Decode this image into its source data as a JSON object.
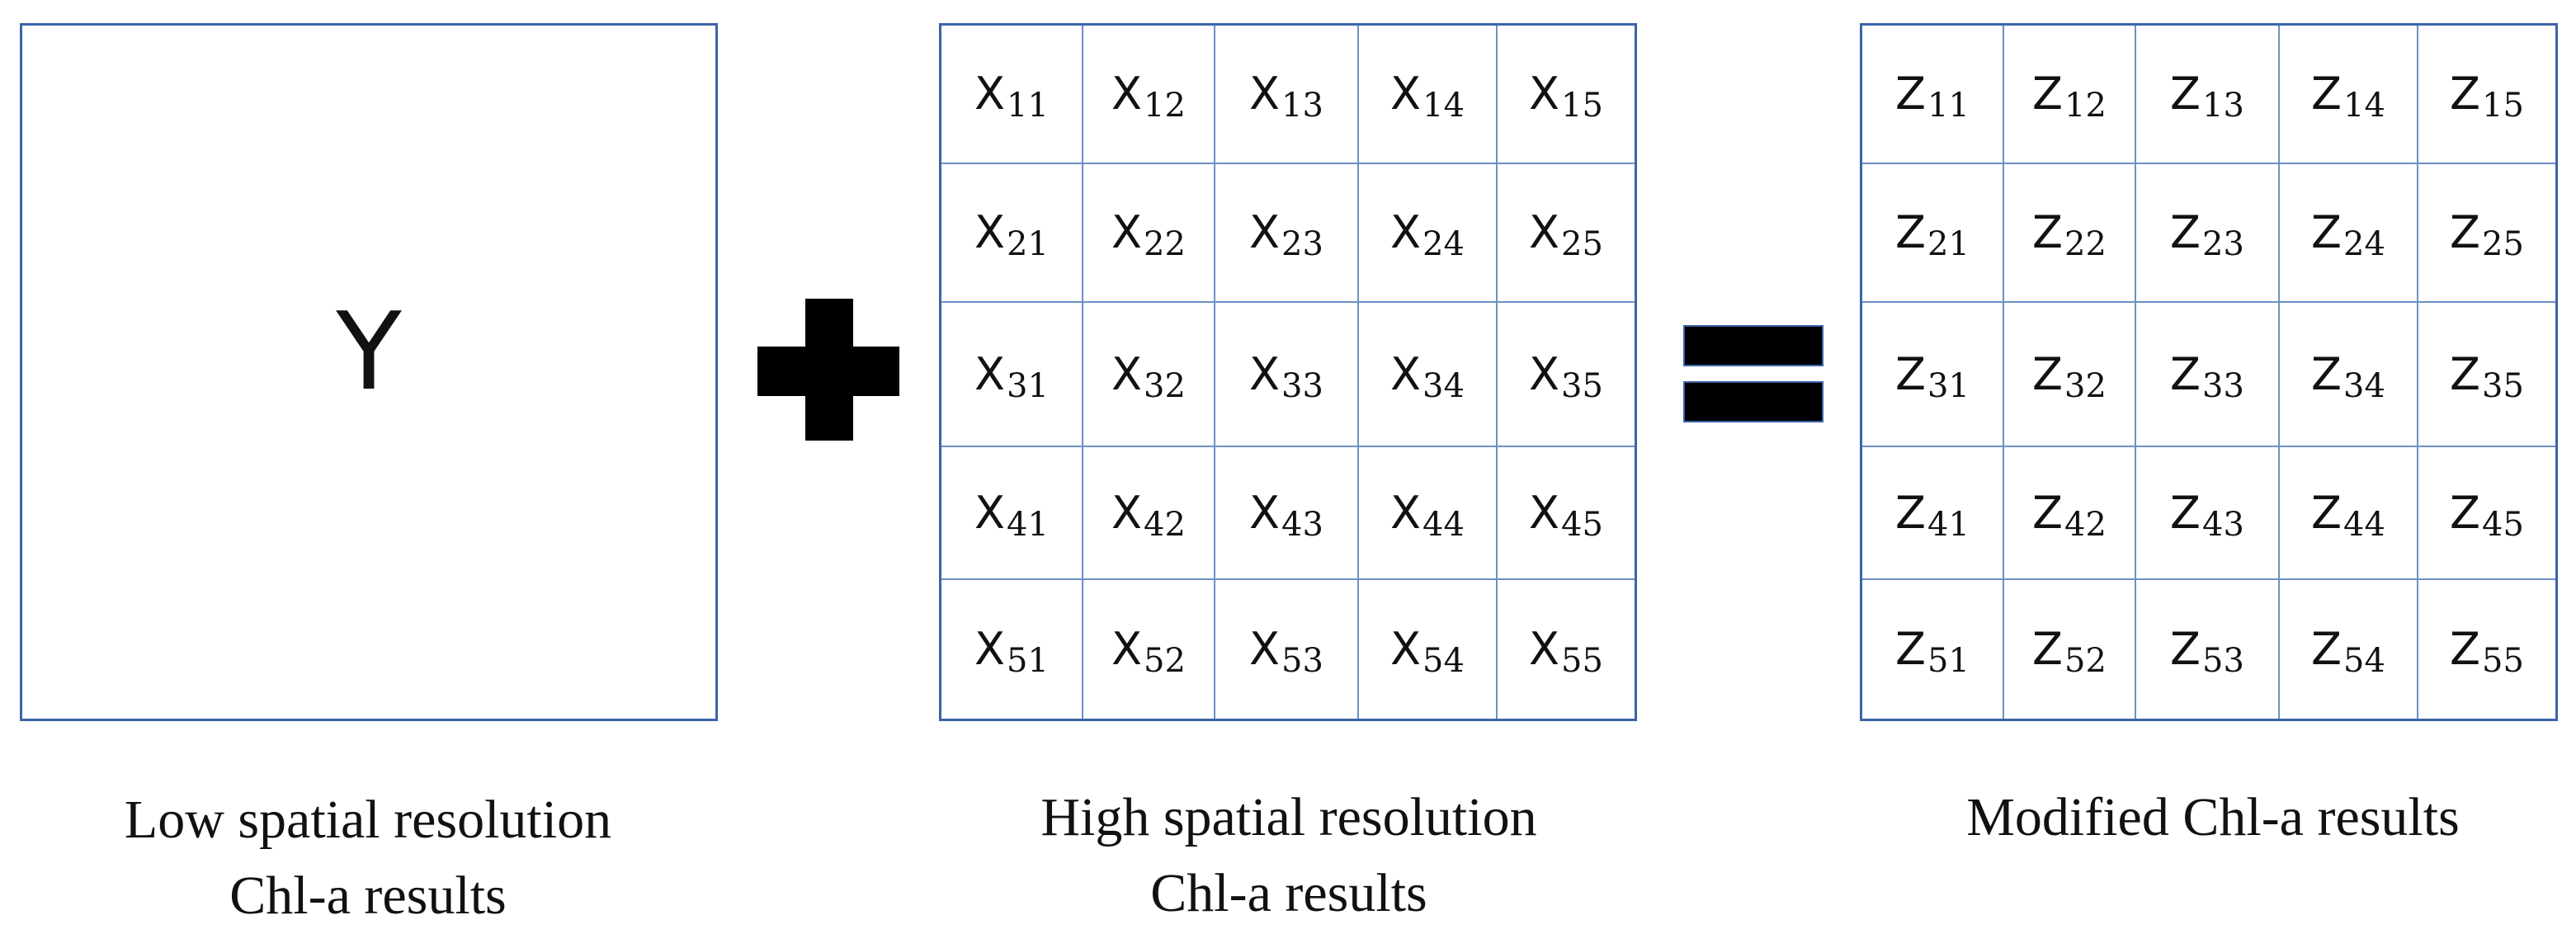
{
  "left_panel": {
    "symbol": "Y",
    "caption": [
      "Low spatial resolution",
      "Chl-a results"
    ]
  },
  "middle_panel": {
    "symbol": "X",
    "cells": [
      [
        "11",
        "12",
        "13",
        "14",
        "15"
      ],
      [
        "21",
        "22",
        "23",
        "24",
        "25"
      ],
      [
        "31",
        "32",
        "33",
        "34",
        "35"
      ],
      [
        "41",
        "42",
        "43",
        "44",
        "45"
      ],
      [
        "51",
        "52",
        "53",
        "54",
        "55"
      ]
    ],
    "caption": [
      "High spatial resolution",
      "Chl-a results"
    ]
  },
  "right_panel": {
    "symbol": "Z",
    "cells": [
      [
        "11",
        "12",
        "13",
        "14",
        "15"
      ],
      [
        "21",
        "22",
        "23",
        "24",
        "25"
      ],
      [
        "31",
        "32",
        "33",
        "34",
        "35"
      ],
      [
        "41",
        "42",
        "43",
        "44",
        "45"
      ],
      [
        "51",
        "52",
        "53",
        "54",
        "55"
      ]
    ],
    "caption": [
      "Modified Chl-a results"
    ]
  },
  "operators": {
    "first": "plus",
    "second": "equals"
  },
  "colors": {
    "border": "#3a64a8",
    "grid_lines": "#6f8fc6",
    "operator_fill": "#000000"
  }
}
